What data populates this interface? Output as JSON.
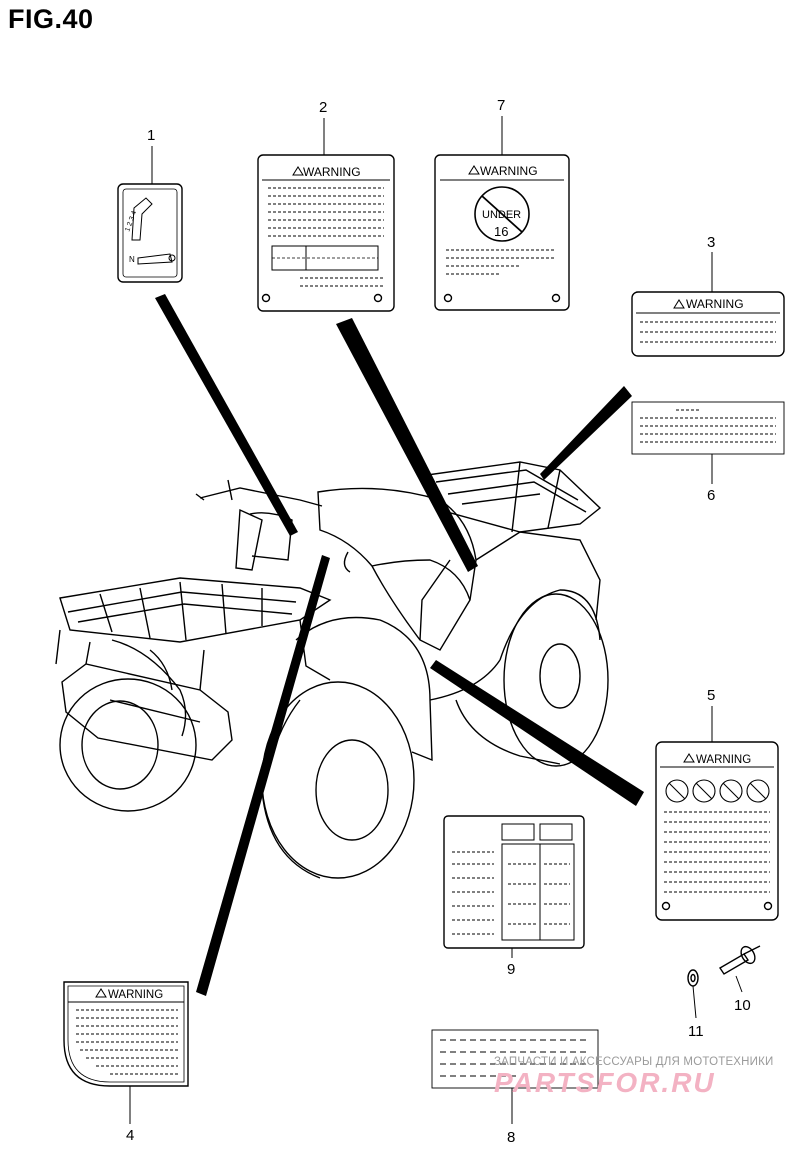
{
  "figure": {
    "title": "FIG.40"
  },
  "callouts": [
    "1",
    "2",
    "3",
    "4",
    "5",
    "6",
    "7",
    "8",
    "9",
    "10",
    "11"
  ],
  "labels": {
    "warning": "WARNING",
    "under_top": "UNDER",
    "under_num": "16",
    "neutral": "N",
    "gear_marks": "1 2 3 4"
  },
  "watermark": {
    "line1": "ЗАПЧАСТИ И АКСЕССУАРЫ ДЛЯ МОТОТЕХНИКИ",
    "line2": "PARTSFOR.RU"
  }
}
